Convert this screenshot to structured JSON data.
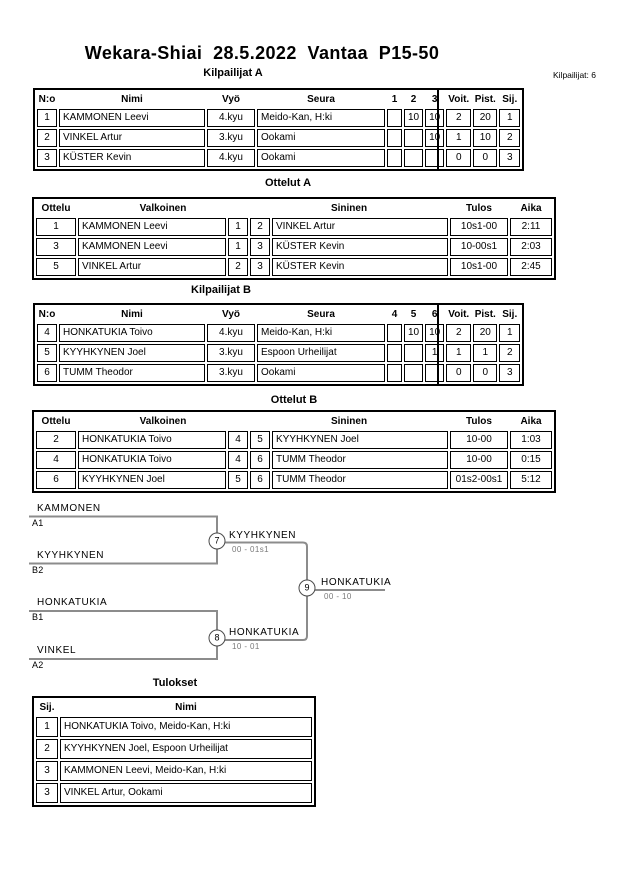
{
  "header": {
    "title": "Wekara-Shiai  28.5.2022  Vantaa  P15-50",
    "competitor_count": "Kilpailijat: 6"
  },
  "pool_a": {
    "title": "Kilpailijat A",
    "headers": {
      "no": "N:o",
      "name": "Nimi",
      "belt": "Vyö",
      "club": "Seura",
      "r1": "1",
      "r2": "2",
      "r3": "3",
      "wins": "Voit.",
      "points": "Pist.",
      "rank": "Sij."
    },
    "rows": [
      {
        "no": "1",
        "name": "KAMMONEN Leevi",
        "belt": "4.kyu",
        "club": "Meido-Kan, H:ki",
        "r1": "",
        "r2": "10",
        "r3": "10",
        "wins": "2",
        "points": "20",
        "rank": "1"
      },
      {
        "no": "2",
        "name": "VINKEL Artur",
        "belt": "3.kyu",
        "club": "Ookami",
        "r1": "",
        "r2": "",
        "r3": "10",
        "wins": "1",
        "points": "10",
        "rank": "2"
      },
      {
        "no": "3",
        "name": "KÜSTER Kevin",
        "belt": "4.kyu",
        "club": "Ookami",
        "r1": "",
        "r2": "",
        "r3": "",
        "wins": "0",
        "points": "0",
        "rank": "3"
      }
    ]
  },
  "matches_a": {
    "title": "Ottelut A",
    "headers": {
      "match": "Ottelu",
      "white": "Valkoinen",
      "blue": "Sininen",
      "result": "Tulos",
      "time": "Aika"
    },
    "rows": [
      {
        "match": "1",
        "white": "KAMMONEN Leevi",
        "white_no": "1",
        "blue_no": "2",
        "blue": "VINKEL Artur",
        "result": "10s1-00",
        "time": "2:11"
      },
      {
        "match": "3",
        "white": "KAMMONEN Leevi",
        "white_no": "1",
        "blue_no": "3",
        "blue": "KÜSTER Kevin",
        "result": "10-00s1",
        "time": "2:03"
      },
      {
        "match": "5",
        "white": "VINKEL Artur",
        "white_no": "2",
        "blue_no": "3",
        "blue": "KÜSTER Kevin",
        "result": "10s1-00",
        "time": "2:45"
      }
    ]
  },
  "pool_b": {
    "title": "Kilpailijat B",
    "headers": {
      "no": "N:o",
      "name": "Nimi",
      "belt": "Vyö",
      "club": "Seura",
      "r1": "4",
      "r2": "5",
      "r3": "6",
      "wins": "Voit.",
      "points": "Pist.",
      "rank": "Sij."
    },
    "rows": [
      {
        "no": "4",
        "name": "HONKATUKIA Toivo",
        "belt": "4.kyu",
        "club": "Meido-Kan, H:ki",
        "r1": "",
        "r2": "10",
        "r3": "10",
        "wins": "2",
        "points": "20",
        "rank": "1"
      },
      {
        "no": "5",
        "name": "KYYHKYNEN Joel",
        "belt": "3.kyu",
        "club": "Espoon Urheilijat",
        "r1": "",
        "r2": "",
        "r3": "1",
        "wins": "1",
        "points": "1",
        "rank": "2"
      },
      {
        "no": "6",
        "name": "TUMM Theodor",
        "belt": "3.kyu",
        "club": "Ookami",
        "r1": "",
        "r2": "",
        "r3": "",
        "wins": "0",
        "points": "0",
        "rank": "3"
      }
    ]
  },
  "matches_b": {
    "title": "Ottelut B",
    "headers": {
      "match": "Ottelu",
      "white": "Valkoinen",
      "blue": "Sininen",
      "result": "Tulos",
      "time": "Aika"
    },
    "rows": [
      {
        "match": "2",
        "white": "HONKATUKIA Toivo",
        "white_no": "4",
        "blue_no": "5",
        "blue": "KYYHKYNEN Joel",
        "result": "10-00",
        "time": "1:03"
      },
      {
        "match": "4",
        "white": "HONKATUKIA Toivo",
        "white_no": "4",
        "blue_no": "6",
        "blue": "TUMM Theodor",
        "result": "10-00",
        "time": "0:15"
      },
      {
        "match": "6",
        "white": "KYYHKYNEN Joel",
        "white_no": "5",
        "blue_no": "6",
        "blue": "TUMM Theodor",
        "result": "01s2-00s1",
        "time": "5:12"
      }
    ]
  },
  "bracket": {
    "semifinal_1": {
      "number": "7",
      "top_name": "KAMMONEN",
      "top_seed": "A1",
      "bottom_name": "KYYHKYNEN",
      "bottom_seed": "B2",
      "winner": "KYYHKYNEN",
      "score": "00 - 01s1"
    },
    "semifinal_2": {
      "number": "8",
      "top_name": "HONKATUKIA",
      "top_seed": "B1",
      "bottom_name": "VINKEL",
      "bottom_seed": "A2",
      "winner": "HONKATUKIA",
      "score": "10 - 01"
    },
    "final": {
      "number": "9",
      "winner": "HONKATUKIA",
      "score": "00 - 10"
    }
  },
  "results": {
    "title": "Tulokset",
    "headers": {
      "rank": "Sij.",
      "name": "Nimi"
    },
    "rows": [
      {
        "rank": "1",
        "name": "HONKATUKIA Toivo, Meido-Kan, H:ki"
      },
      {
        "rank": "2",
        "name": "KYYHKYNEN Joel, Espoon Urheilijat"
      },
      {
        "rank": "3",
        "name": "KAMMONEN Leevi, Meido-Kan, H:ki"
      },
      {
        "rank": "3",
        "name": "VINKEL Artur, Ookami"
      }
    ]
  },
  "colors": {
    "line_gray": "#8c8c8c",
    "score_gray": "#7a7a7a",
    "text": "#000000",
    "background": "#ffffff"
  }
}
